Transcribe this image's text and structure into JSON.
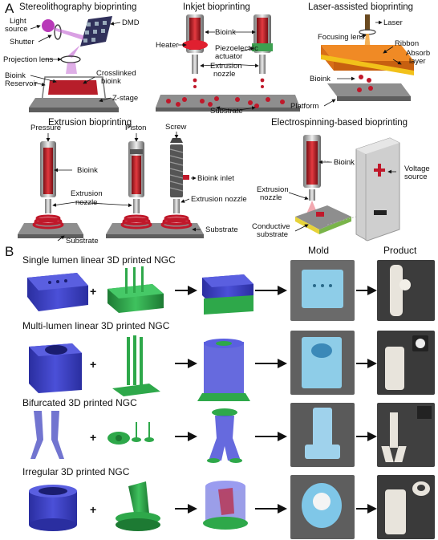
{
  "panel_a": {
    "letter": "A",
    "titles": {
      "stereo": "Stereolithography bioprinting",
      "inkjet": "Inkjet bioprinting",
      "laser": "Laser-assisted bioprinting",
      "extrusion": "Extrusion bioprinting",
      "electro": "Electrospinning-based bioprinting"
    },
    "stereo_labels": {
      "light1": "Light",
      "light2": "source",
      "dmd": "DMD",
      "shutter": "Shutter",
      "projection": "Projection lens",
      "bioink": "Bioink",
      "crosslinked1": "Crosslinked",
      "crosslinked2": "bioink",
      "reservoir": "Reservoir",
      "zstage": "Z-stage"
    },
    "inkjet_labels": {
      "heater": "Heater",
      "bioink": "Bioink",
      "piezo1": "Piezoelectric",
      "piezo2": "actuator",
      "extrusion1": "Extrusion",
      "extrusion2": "nozzle",
      "substrate": "Substrate"
    },
    "laser_labels": {
      "laser": "Laser",
      "focusing": "Focusing lens",
      "ribbon": "Ribbon",
      "absorb1": "Absorb",
      "absorb2": "layer",
      "bioink": "Bioink",
      "platform": "Platform"
    },
    "extrusion_labels": {
      "pressure": "Pressure",
      "piston": "Piston",
      "screw": "Screw",
      "bioink": "Bioink",
      "bioink_inlet": "Bioink inlet",
      "extrusion1": "Extrusion",
      "extrusion2": "nozzle",
      "extrusion_nozzle": "Extrusion nozzle",
      "substrate": "Substrate"
    },
    "electro_labels": {
      "bioink": "Bioink",
      "voltage1": "Voltage",
      "voltage2": "source",
      "extrusion1": "Extrusion",
      "extrusion2": "nozzle",
      "conductive1": "Conductive",
      "conductive2": "substrate"
    }
  },
  "panel_b": {
    "letter": "B",
    "col_mold": "Mold",
    "col_product": "Product",
    "rows": [
      {
        "title": "Single lumen linear 3D printed NGC"
      },
      {
        "title": "Multi-lumen linear 3D printed NGC"
      },
      {
        "title": "Bifurcated 3D printed NGC"
      },
      {
        "title": "Irregular 3D printed NGC"
      }
    ],
    "plus": "+"
  },
  "colors": {
    "blue": "#3b3fc4",
    "green": "#2ea84a",
    "red": "#c8202a",
    "orange": "#e07a20",
    "photo_blue": "#7fc7e8"
  }
}
